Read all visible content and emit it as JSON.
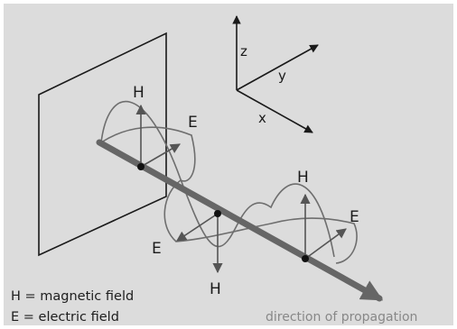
{
  "axes": {
    "z": "z",
    "y": "y",
    "x": "x"
  },
  "field_labels": {
    "h_top": "H",
    "e_upper": "E",
    "h_right": "H",
    "e_right": "E",
    "e_left": "E",
    "h_bottom": "H"
  },
  "legend": {
    "h_line": "H = magnetic field",
    "e_line": "E = electric field"
  },
  "propagation_label": "direction of propagation",
  "colors": {
    "background": "#dcdcdc",
    "wave_line": "#6e6e6e",
    "arrow_fill": "#555555",
    "axis_line": "#1a1a1a",
    "propagation_text": "#888888"
  }
}
